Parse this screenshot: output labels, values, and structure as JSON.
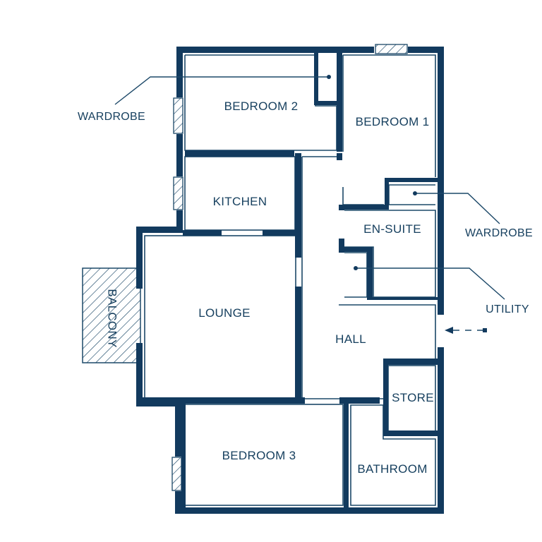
{
  "colors": {
    "wall": "#123a5e",
    "inner_line": "#1c4868",
    "label": "#17405f",
    "background": "#ffffff"
  },
  "rooms": {
    "bedroom2": "BEDROOM 2",
    "bedroom1": "BEDROOM 1",
    "kitchen": "KITCHEN",
    "ensuite": "EN-SUITE",
    "lounge": "LOUNGE",
    "balcony": "BALCONY",
    "hall": "HALL",
    "store": "STORE",
    "bedroom3": "BEDROOM 3",
    "bathroom": "BATHROOM"
  },
  "callouts": {
    "wardrobe_left": "WARDROBE",
    "wardrobe_right": "WARDROBE",
    "utility": "UTILITY"
  },
  "icons": {
    "entrance": "entrance-arrow-icon"
  }
}
